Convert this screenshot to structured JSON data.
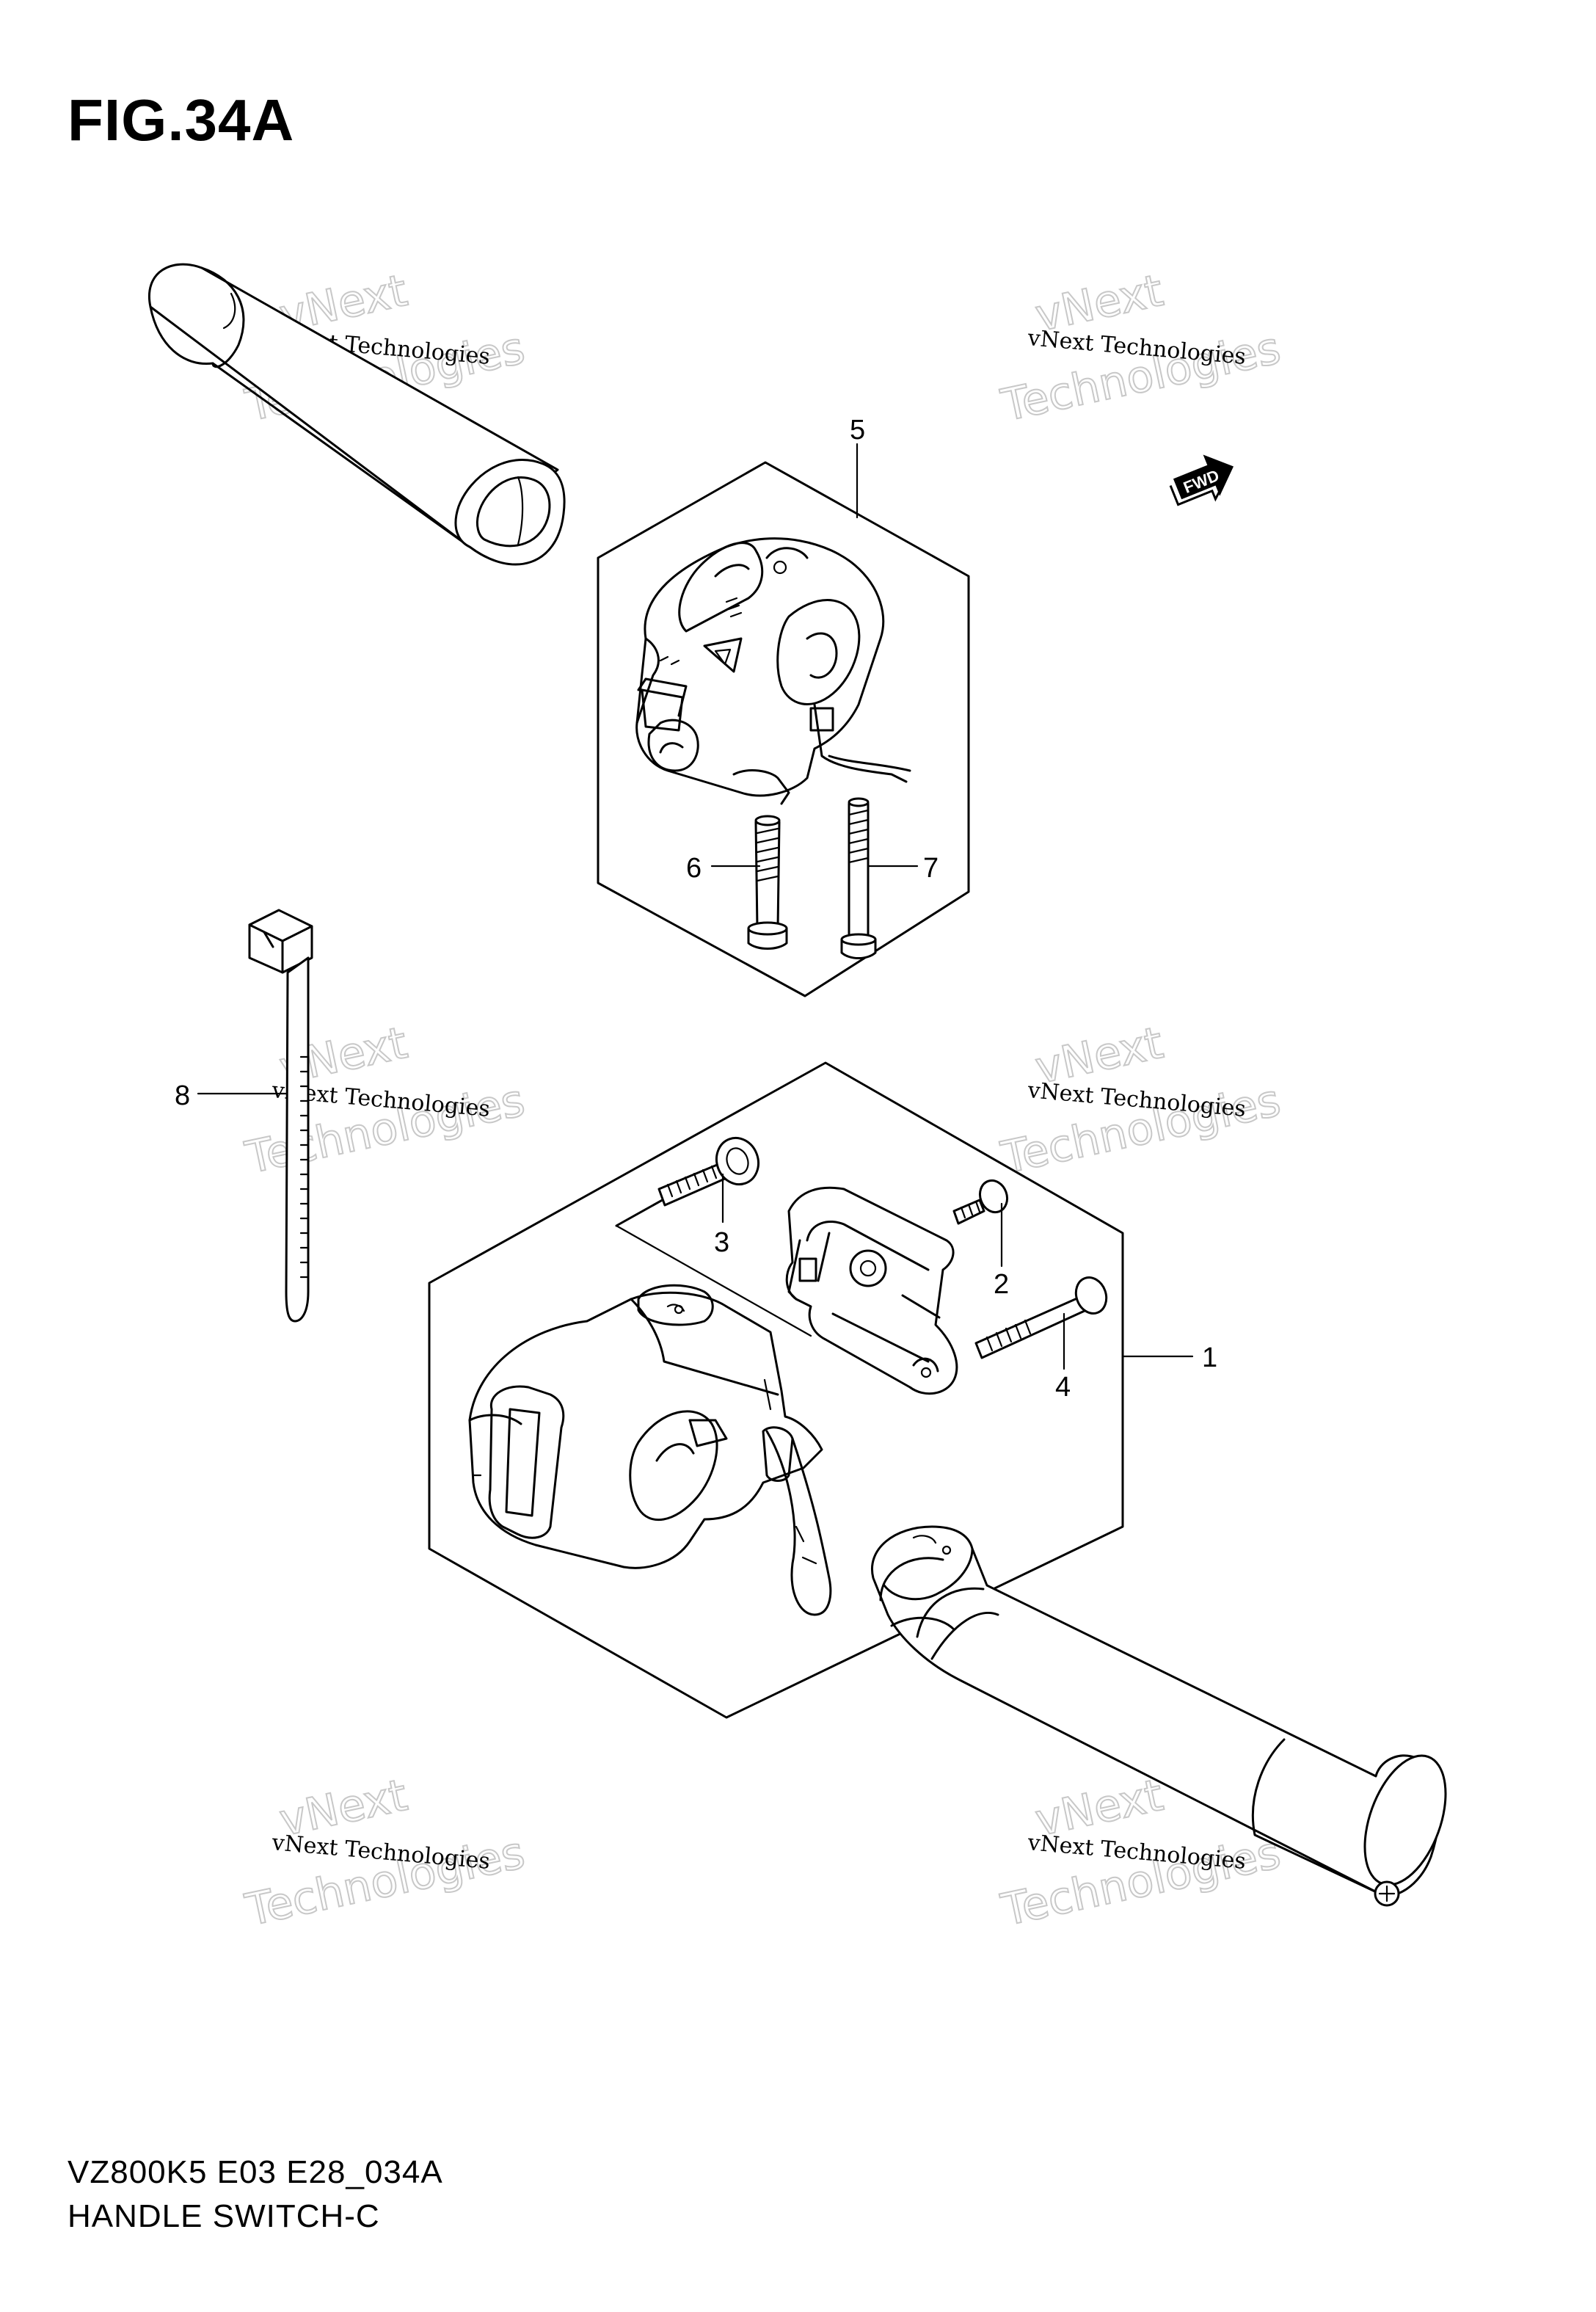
{
  "figure": {
    "title": "FIG.34A",
    "code": "VZ800K5 E03 E28_034A",
    "name": "HANDLE SWITCH-C"
  },
  "fwd_label": "FWD",
  "callouts": [
    "1",
    "2",
    "3",
    "4",
    "5",
    "6",
    "7",
    "8"
  ],
  "watermark": {
    "line1": "vNext Technologies",
    "line2": "vNext",
    "line3": "Technologies"
  }
}
